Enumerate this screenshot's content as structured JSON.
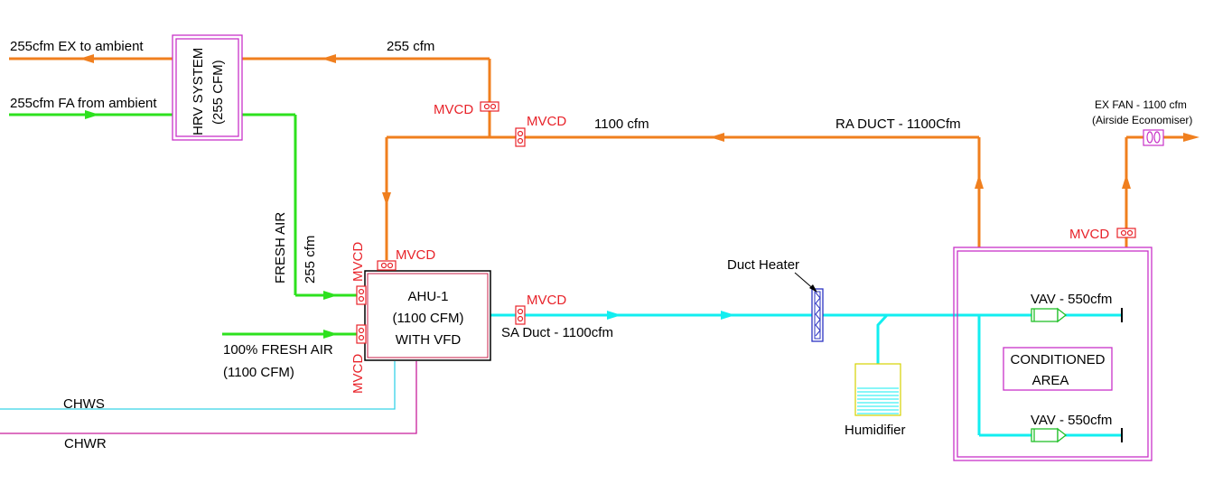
{
  "colors": {
    "return_air": "#f07f1e",
    "fresh_air": "#2de11e",
    "supply_air": "#12eef0",
    "chws": "#37d3e8",
    "chwr": "#c81f9c",
    "enclosure": "#c832c8",
    "damper": "#e8232a",
    "heater": "#2b33c2",
    "humidifier": "#d6d300",
    "vav": "#22c02a"
  },
  "labels": {
    "ex_to_ambient": "255cfm EX to ambient",
    "fa_from_ambient": "255cfm FA from ambient",
    "hrv_line1": "HRV SYSTEM",
    "hrv_line2": "(255 CFM)",
    "hrv_return_flow": "255 cfm",
    "ra_flow": "1100 cfm",
    "ra_duct": "RA DUCT - 1100Cfm",
    "ex_fan_line1": "EX FAN - 1100 cfm",
    "ex_fan_line2": "(Airside Economiser)",
    "fresh_air_vertical": "FRESH AIR",
    "fresh_air_flow_vertical": "255 cfm",
    "ahu_line1": "AHU-1",
    "ahu_line2": "(1100 CFM)",
    "ahu_line3": "WITH VFD",
    "full_fa_line1": "100% FRESH AIR",
    "full_fa_line2": "(1100 CFM)",
    "sa_duct": "SA Duct - 1100cfm",
    "duct_heater": "Duct Heater",
    "humidifier": "Humidifier",
    "vav_upper": "VAV - 550cfm",
    "vav_lower": "VAV - 550cfm",
    "conditioned_line1": "CONDITIONED",
    "conditioned_line2": "AREA",
    "chws": "CHWS",
    "chwr": "CHWR",
    "mvcd": "MVCD"
  }
}
